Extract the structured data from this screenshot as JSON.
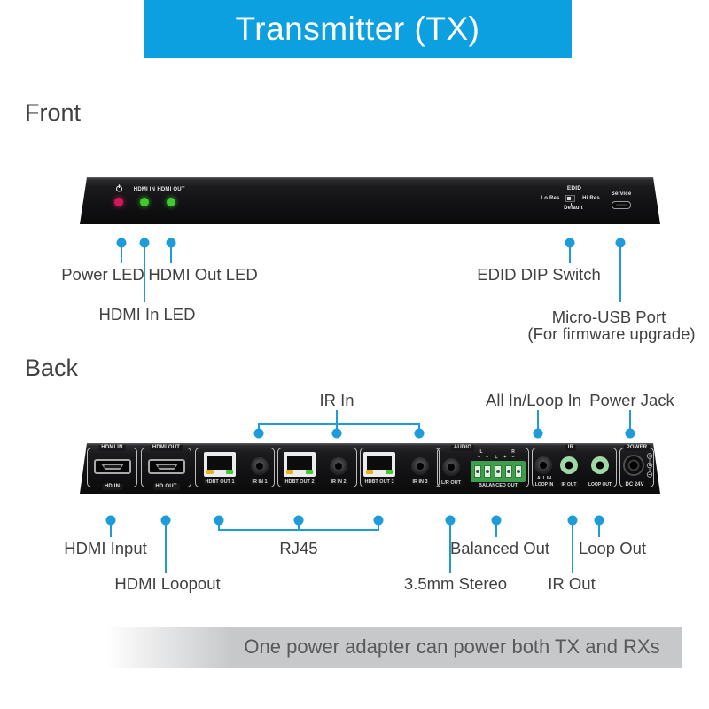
{
  "header": {
    "title": "Transmitter (TX)"
  },
  "front": {
    "heading": "Front",
    "device": {
      "hdmi_in_label": "HDMI IN",
      "hdmi_out_label": "HDMI OUT",
      "edid_title": "EDID",
      "edid_lo": "Lo Res",
      "edid_hi": "Hi Res",
      "edid_default": "Default",
      "service_label": "Service"
    },
    "callouts": {
      "power_led": "Power LED",
      "hdmi_in_led": "HDMI In LED",
      "hdmi_out_led": "HDMI Out LED",
      "edid_dip_switch": "EDID DIP Switch",
      "micro_usb": "Micro-USB Port",
      "micro_usb_sub": "(For firmware upgrade)"
    }
  },
  "back": {
    "heading": "Back",
    "device": {
      "hdmi_in_top": "HDMI IN",
      "hdmi_in_bottom": "HD IN",
      "hdmi_out_top": "HDMI OUT",
      "hdmi_out_bottom": "HD OUT",
      "hdbt_out_1": "HDBT OUT 1",
      "ir_in_1": "IR IN 1",
      "hdbt_out_2": "HDBT OUT 2",
      "ir_in_2": "IR IN 2",
      "hdbt_out_3": "HDBT OUT 3",
      "ir_in_3": "IR IN 3",
      "audio_section": "AUDIO",
      "lr_out": "L/R OUT",
      "balanced_l": "L",
      "balanced_r": "R",
      "balanced_marks": "+ − ⊥ + −",
      "balanced_out": "BALANCED OUT",
      "ir_section": "IR",
      "all_in_line1": "ALL IN",
      "all_in_line2": "LOOP IN",
      "ir_out": "IR OUT",
      "loop_out": "LOOP OUT",
      "power_section": "POWER",
      "dc_label": "DC 24V"
    },
    "callouts_top": {
      "ir_in": "IR In",
      "all_in_loop_in": "All In/Loop In",
      "power_jack": "Power Jack"
    },
    "callouts_bottom": {
      "hdmi_input": "HDMI Input",
      "hdmi_loopout": "HDMI Loopout",
      "rj45": "RJ45",
      "stereo_35": "3.5mm Stereo",
      "balanced_out": "Balanced Out",
      "ir_out": "IR Out",
      "loop_out": "Loop Out"
    }
  },
  "footer": {
    "note": "One power adapter can power both TX and RXs"
  },
  "colors": {
    "header_bg": "#0da0e0",
    "callout_blue": "#1d9cd9",
    "label_text": "#414142",
    "power_led": "#d4175c",
    "active_led": "#3ecb2d",
    "rj45_led_yellow": "#e7b416",
    "jack_green": "#9fd8a4",
    "terminal_green": "#3f9e4d",
    "footer_bg": "#c7c8ca"
  }
}
